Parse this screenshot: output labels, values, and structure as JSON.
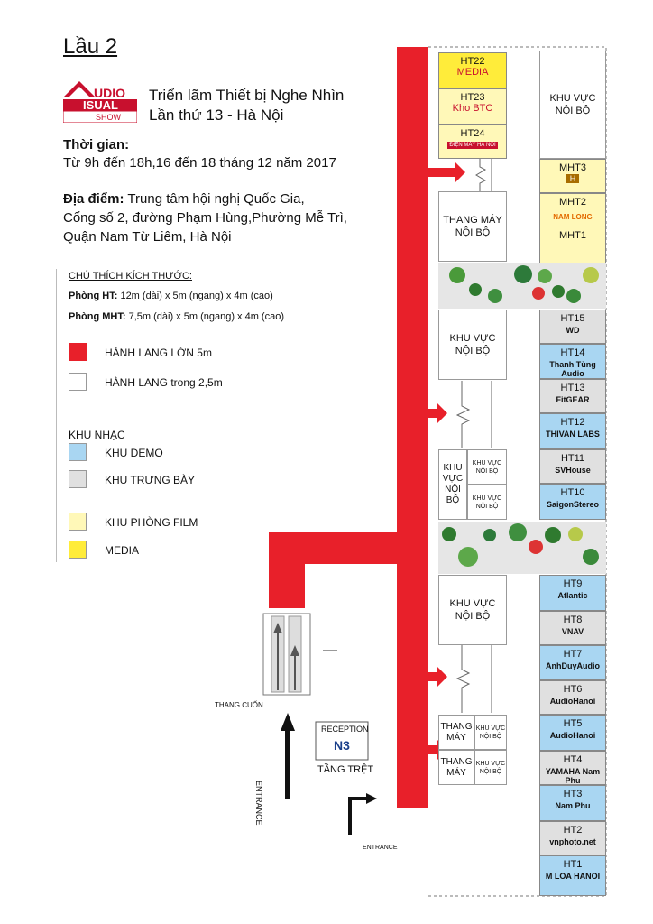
{
  "title": "Lầu 2",
  "logo": {
    "line1": "UDIO",
    "line2": "ISUAL",
    "line3": "SHOW"
  },
  "show_title": {
    "line1": "Triển lãm Thiết bị Nghe Nhìn",
    "line2": "Lần thứ 13 - Hà Nội"
  },
  "time": {
    "label": "Thời gian:",
    "value": "Từ 9h đến 18h,16 đến 18 tháng 12 năm 2017"
  },
  "address": {
    "label": "Địa điểm:",
    "line1": " Trung tâm hội nghị Quốc Gia,",
    "line2": "Cổng số 2, đường Phạm Hùng,Phường Mễ Trì,",
    "line3": "Quận Nam Từ Liêm, Hà Nội"
  },
  "legend": {
    "heading": "CHÚ THÍCH KÍCH THƯỚC:",
    "ht_label": "Phòng HT:",
    "ht_value": " 12m (dài) x 5m (ngang) x 4m (cao)",
    "mht_label": "Phòng MHT:",
    "mht_value": " 7,5m (dài) x 5m (ngang) x 4m (cao)",
    "big_corridor": "HÀNH LANG LỚN 5m",
    "small_corridor": "HÀNH LANG trong 2,5m",
    "music_zone": "KHU NHẠC",
    "demo": "KHU DEMO",
    "display": "KHU TRƯNG BÀY",
    "film": "KHU PHÒNG FILM",
    "media": "MEDIA"
  },
  "colors": {
    "corridor": "#e8202a",
    "demo": "#a9d6f2",
    "display": "#e0e0e0",
    "film": "#fff8b8",
    "media": "#ffec3a"
  },
  "rooms_top": [
    {
      "code": "HT22",
      "text": "MEDIA"
    },
    {
      "code": "HT23",
      "text": "Kho BTC"
    },
    {
      "code": "HT24",
      "text": "ĐIỆN MÁY HÀ NỘI"
    }
  ],
  "mht": [
    {
      "code": "MHT3",
      "logo": "H"
    },
    {
      "code": "MHT2",
      "logo": "NAM LONG"
    },
    {
      "code": "MHT1",
      "logo": ""
    }
  ],
  "ht_right": [
    {
      "code": "HT15",
      "logo": "WD"
    },
    {
      "code": "HT14",
      "logo": "Thanh Tùng Audio"
    },
    {
      "code": "HT13",
      "logo": "FitGEAR"
    },
    {
      "code": "HT12",
      "logo": "THIVAN LABS"
    },
    {
      "code": "HT11",
      "logo": "SVHouse"
    },
    {
      "code": "HT10",
      "logo": "SaigonStereo"
    },
    {
      "code": "HT9",
      "logo": "Atlantic"
    },
    {
      "code": "HT8",
      "logo": "VNAV"
    },
    {
      "code": "HT7",
      "logo": "AnhDuyAudio"
    },
    {
      "code": "HT6",
      "logo": "AudioHanoi"
    },
    {
      "code": "HT5",
      "logo": "AudioHanoi"
    },
    {
      "code": "HT4",
      "logo": "YAMAHA  Nam Phu"
    },
    {
      "code": "HT3",
      "logo": "Nam Phu"
    },
    {
      "code": "HT2",
      "logo": "vnphoto.net"
    },
    {
      "code": "HT1",
      "logo": "M  LOA HANOI"
    }
  ],
  "areas": {
    "internal": "KHU VỰC NỘI BỘ",
    "internal_line1": "KHU VỰC",
    "internal_line2": "NỘI BỘ",
    "elevator_line1": "THANG MÁY",
    "elevator_line2": "NỘI BỘ",
    "small_internal": "KHU VỰC NỘI BỘ",
    "khu": "KHU",
    "vuc": "VỰC",
    "noi": "NỘI",
    "bo": "BỘ",
    "thang": "THANG",
    "may": "MÁY"
  },
  "ground": {
    "escalator": "THANG CUỐN",
    "entrance": "ENTRANCE",
    "reception": "RECEPTION",
    "reception_logo": "N3",
    "ground_floor": "TẦNG TRỆT",
    "entrance2": "ENTRANCE"
  }
}
